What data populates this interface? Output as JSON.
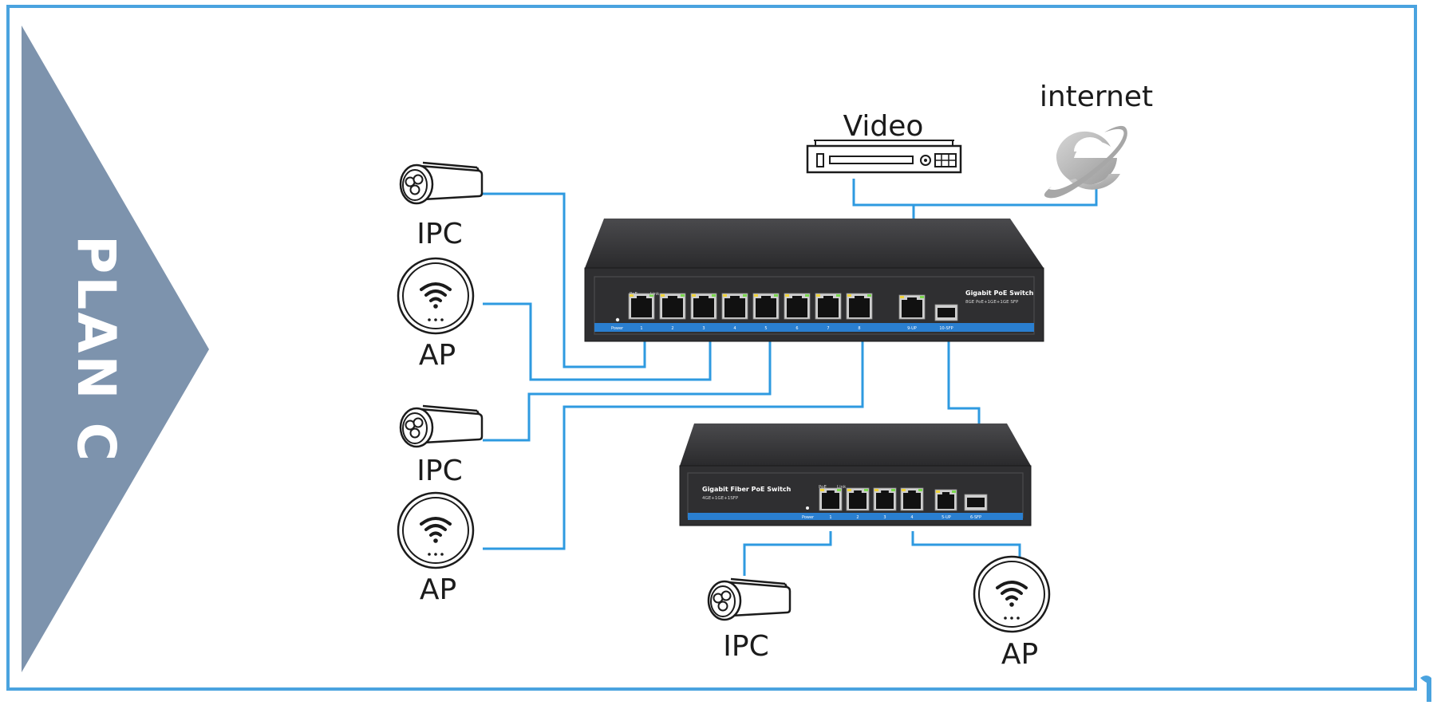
{
  "banner": {
    "label": "PLAN C",
    "color": "#7d93ad"
  },
  "frame_color": "#4aa3df",
  "link_color": "#2e9ae0",
  "icons": {
    "camera": "ip-camera-icon",
    "ap": "wireless-access-point-icon",
    "nvr": "video-recorder-icon",
    "internet": "internet-explorer-icon"
  },
  "devices": {
    "ipc_1": "IPC",
    "ap_1": "AP",
    "ipc_2": "IPC",
    "ap_2": "AP",
    "ipc_3": "IPC",
    "ap_3": "AP",
    "video": "Video",
    "internet": "internet"
  },
  "switches": {
    "main": {
      "title": "Gigabit PoE Switch",
      "subtitle": "8GE PoE+1GE+1GE SFP",
      "power": "Power",
      "poe": "PoE",
      "link": "Link",
      "ports": [
        "1",
        "2",
        "3",
        "4",
        "5",
        "6",
        "7",
        "8"
      ],
      "uplink": "9-UP",
      "sfp": "10-SFP"
    },
    "second": {
      "title": "Gigabit Fiber PoE Switch",
      "subtitle": "4GE+1GE+1SFP",
      "power": "Power",
      "poe": "PoE",
      "link": "Link",
      "ports": [
        "1",
        "2",
        "3",
        "4"
      ],
      "uplink": "5-UP",
      "sfp": "6-SFP"
    }
  }
}
